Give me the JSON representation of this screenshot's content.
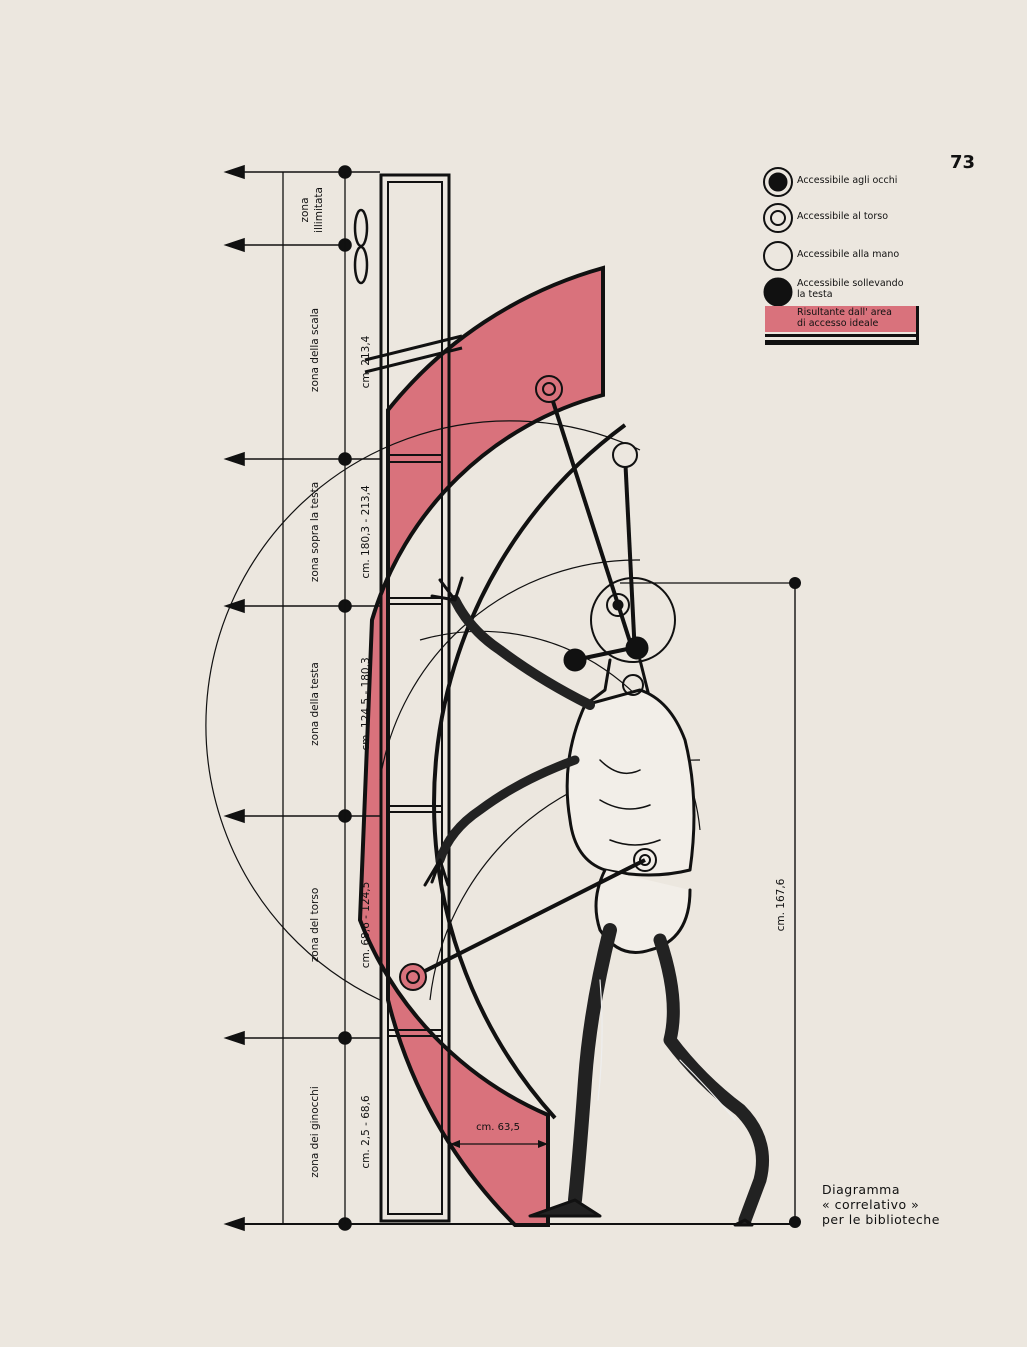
{
  "page_number": "73",
  "caption": {
    "line1": "Diagramma",
    "line2": "« correlativo »",
    "line3": "per le biblioteche"
  },
  "legend": {
    "eyes": "Accessibile agli occhi",
    "torso": "Accessibile al torso",
    "hand": "Accessibile alla mano",
    "head_line1": "Accessibile sollevando",
    "head_line2": "la testa",
    "result_line1": "Risultante dall' area",
    "result_line2": "di accesso ideale"
  },
  "zones": [
    {
      "name": "zona illimitata",
      "range": ""
    },
    {
      "name": "zona della scala",
      "range": "cm. 213,4"
    },
    {
      "name": "zona sopra la testa",
      "range": "cm. 180,3 - 213,4"
    },
    {
      "name": "zona della testa",
      "range": "cm. 124,5 - 180,3"
    },
    {
      "name": "zona del torso",
      "range": "cm. 68,6 - 124,5"
    },
    {
      "name": "zona dei ginocchi",
      "range": "cm. 2,5 - 68,6"
    }
  ],
  "zone_illimitata_line1": "zona",
  "zone_illimitata_line2": "illimitata",
  "dimensions": {
    "reach_depth": "cm. 63,5",
    "eye_height": "cm. 167,6"
  },
  "colors": {
    "accent_red": "#d9727c",
    "ink": "#111111",
    "paper": "#ece7df"
  }
}
